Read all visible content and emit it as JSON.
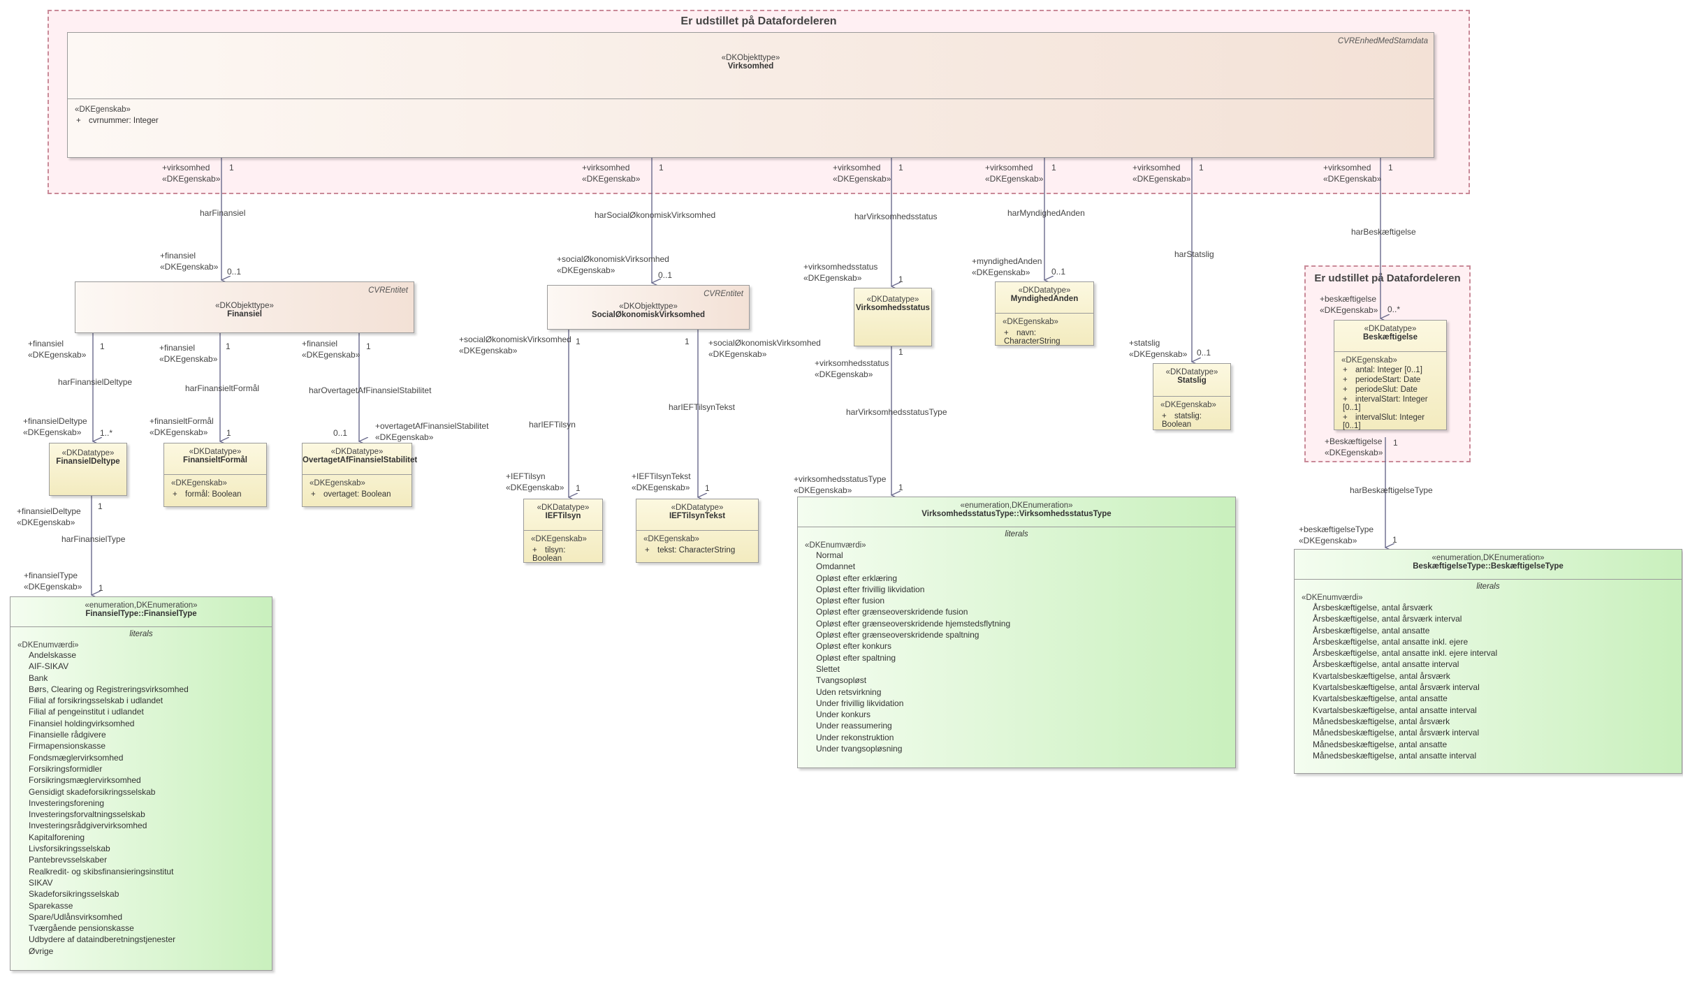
{
  "packages": [
    {
      "title": "Er udstillet på Datafordeleren"
    },
    {
      "title": "Er udstillet på Datafordeleren"
    }
  ],
  "boxes": {
    "virksomhed": {
      "tag": "CVREnhedMedStamdata",
      "stereotype": "«DKObjekttype»",
      "name": "Virksomhed",
      "group": "«DKEgenskab»",
      "attrs": [
        {
          "vis": "+",
          "text": "cvrnummer: Integer"
        }
      ]
    },
    "finansiel": {
      "tag": "CVREntitet",
      "stereotype": "«DKObjekttype»",
      "name": "Finansiel"
    },
    "social": {
      "tag": "CVREntitet",
      "stereotype": "«DKObjekttype»",
      "name": "SocialØkonomiskVirksomhed"
    },
    "status": {
      "stereotype": "«DKDatatype»",
      "name": "Virksomhedsstatus"
    },
    "myndighed": {
      "stereotype": "«DKDatatype»",
      "name": "MyndighedAnden",
      "group": "«DKEgenskab»",
      "attrs": [
        {
          "vis": "+",
          "text": "navn: CharacterString"
        }
      ]
    },
    "statslig": {
      "stereotype": "«DKDatatype»",
      "name": "Statslig",
      "group": "«DKEgenskab»",
      "attrs": [
        {
          "vis": "+",
          "text": "statslig: Boolean"
        }
      ]
    },
    "beskaeftigelse": {
      "stereotype": "«DKDatatype»",
      "name": "Beskæftigelse",
      "group": "«DKEgenskab»",
      "attrs": [
        {
          "vis": "+",
          "text": "antal: Integer [0..1]"
        },
        {
          "vis": "+",
          "text": "periodeStart: Date"
        },
        {
          "vis": "+",
          "text": "periodeSlut: Date"
        },
        {
          "vis": "+",
          "text": "intervalStart: Integer [0..1]"
        },
        {
          "vis": "+",
          "text": "intervalSlut: Integer [0..1]"
        }
      ]
    },
    "deltype": {
      "stereotype": "«DKDatatype»",
      "name": "FinansielDeltype"
    },
    "formaal": {
      "stereotype": "«DKDatatype»",
      "name": "FinansieltFormål",
      "group": "«DKEgenskab»",
      "attrs": [
        {
          "vis": "+",
          "text": "formål: Boolean"
        }
      ]
    },
    "overtaget": {
      "stereotype": "«DKDatatype»",
      "name": "OvertagetAfFinansielStabilitet",
      "group": "«DKEgenskab»",
      "attrs": [
        {
          "vis": "+",
          "text": "overtaget: Boolean"
        }
      ]
    },
    "ieft": {
      "stereotype": "«DKDatatype»",
      "name": "IEFTilsyn",
      "group": "«DKEgenskab»",
      "attrs": [
        {
          "vis": "+",
          "text": "tilsyn: Boolean"
        }
      ]
    },
    "iefttekst": {
      "stereotype": "«DKDatatype»",
      "name": "IEFTilsynTekst",
      "group": "«DKEgenskab»",
      "attrs": [
        {
          "vis": "+",
          "text": "tekst: CharacterString"
        }
      ]
    },
    "finansieltype": {
      "stereotype": "«enumeration,DKEnumeration»",
      "name": "FinansielType::FinansielType",
      "literals_label": "literals",
      "group": "«DKEnumværdi»",
      "literals": [
        "Andelskasse",
        "AIF-SIKAV",
        "Bank",
        "Børs, Clearing og Registreringsvirksomhed",
        "Filial af forsikringsselskab i udlandet",
        "Filial af pengeinstitut i udlandet",
        "Finansiel holdingvirksomhed",
        "Finansielle rådgivere",
        "Firmapensionskasse",
        "Fondsmæglervirksomhed",
        "Forsikringsformidler",
        "Forsikringsmæglervirksomhed",
        "Gensidigt skadeforsikringsselskab",
        "Investeringsforening",
        "Investeringsforvaltningsselskab",
        "Investeringsrådgivervirksomhed",
        "Kapitalforening",
        "Livsforsikringsselskab",
        "Pantebrevsselskaber",
        "Realkredit- og skibsfinansieringsinstitut",
        "SIKAV",
        "Skadeforsikringsselskab",
        "Sparekasse",
        "Spare/Udlånsvirksomhed",
        "Tværgående pensionskasse",
        "Udbydere af dataindberetningstjenester",
        "Øvrige"
      ]
    },
    "statustype": {
      "stereotype": "«enumeration,DKEnumeration»",
      "name": "VirksomhedsstatusType::VirksomhedsstatusType",
      "literals_label": "literals",
      "group": "«DKEnumværdi»",
      "literals": [
        "Normal",
        "Omdannet",
        "Opløst efter erklæring",
        "Opløst efter frivillig likvidation",
        "Opløst efter fusion",
        "Opløst efter grænseoverskridende fusion",
        "Opløst efter grænseoverskridende hjemstedsflytning",
        "Opløst efter grænseoverskridende spaltning",
        "Opløst efter konkurs",
        "Opløst efter spaltning",
        "Slettet",
        "Tvangsopløst",
        "Uden retsvirkning",
        "Under frivillig likvidation",
        "Under konkurs",
        "Under reassumering",
        "Under rekonstruktion",
        "Under tvangsopløsning"
      ]
    },
    "beskaeftigelsetype": {
      "stereotype": "«enumeration,DKEnumeration»",
      "name": "BeskæftigelseType::BeskæftigelseType",
      "literals_label": "literals",
      "group": "«DKEnumværdi»",
      "literals": [
        "Årsbeskæftigelse, antal årsværk",
        "Årsbeskæftigelse, antal årsværk interval",
        "Årsbeskæftigelse, antal ansatte",
        "Årsbeskæftigelse, antal ansatte inkl. ejere",
        "Årsbeskæftigelse, antal ansatte inkl. ejere interval",
        "Årsbeskæftigelse, antal ansatte interval",
        "Kvartalsbeskæftigelse, antal årsværk",
        "Kvartalsbeskæftigelse, antal årsværk interval",
        "Kvartalsbeskæftigelse, antal ansatte",
        "Kvartalsbeskæftigelse, antal ansatte interval",
        "Månedsbeskæftigelse, antal årsværk",
        "Månedsbeskæftigelse, antal årsværk interval",
        "Månedsbeskæftigelse, antal ansatte",
        "Månedsbeskæftigelse, antal ansatte interval"
      ]
    }
  },
  "labels": [
    "+virksomhed\n«DKEgenskab»",
    "1",
    "harFinansiel",
    "+finansiel\n«DKEgenskab»",
    "0..1",
    "+virksomhed\n«DKEgenskab»",
    "1",
    "harSocialØkonomiskVirksomhed",
    "+socialØkonomiskVirksomhed\n«DKEgenskab»",
    "0..1",
    "+virksomhed\n«DKEgenskab»",
    "1",
    "harVirksomhedsstatus",
    "+virksomhedsstatus\n«DKEgenskab»",
    "1",
    "+virksomhed\n«DKEgenskab»",
    "1",
    "harMyndighedAnden",
    "+myndighedAnden\n«DKEgenskab»",
    "0..1",
    "+virksomhed\n«DKEgenskab»",
    "1",
    "harStatslig",
    "+statslig\n«DKEgenskab»",
    "0..1",
    "+virksomhed\n«DKEgenskab»",
    "1",
    "harBeskæftigelse",
    "+beskæftigelse\n«DKEgenskab»",
    "0..*",
    "+finansiel\n«DKEgenskab»",
    "1",
    "harFinansielDeltype",
    "+finansielDeltype\n«DKEgenskab»",
    "1..*",
    "+finansiel\n«DKEgenskab»",
    "1",
    "harFinansieltFormål",
    "+finansieltFormål\n«DKEgenskab»",
    "1",
    "+finansiel\n«DKEgenskab»",
    "1",
    "harOvertagetAfFinansielStabilitet",
    "+overtagetAfFinansielStabilitet\n«DKEgenskab»",
    "0..1",
    "+finansielDeltype\n«DKEgenskab»",
    "1",
    "harFinansielType",
    "+finansielType\n«DKEgenskab»",
    "1",
    "+socialØkonomiskVirksomhed\n«DKEgenskab»",
    "1",
    "harIEFTilsyn",
    "+IEFTilsyn\n«DKEgenskab»",
    "1",
    "1",
    "+socialØkonomiskVirksomhed\n«DKEgenskab»",
    "harIEFTilsynTekst",
    "+IEFTilsynTekst\n«DKEgenskab»",
    "1",
    "+virksomhedsstatus\n«DKEgenskab»",
    "1",
    "harVirksomhedsstatusType",
    "+virksomhedsstatusType\n«DKEgenskab»",
    "1",
    "+Beskæftigelse\n«DKEgenskab»",
    "1",
    "harBeskæftigelseType",
    "+beskæftigelseType\n«DKEgenskab»",
    "1"
  ]
}
